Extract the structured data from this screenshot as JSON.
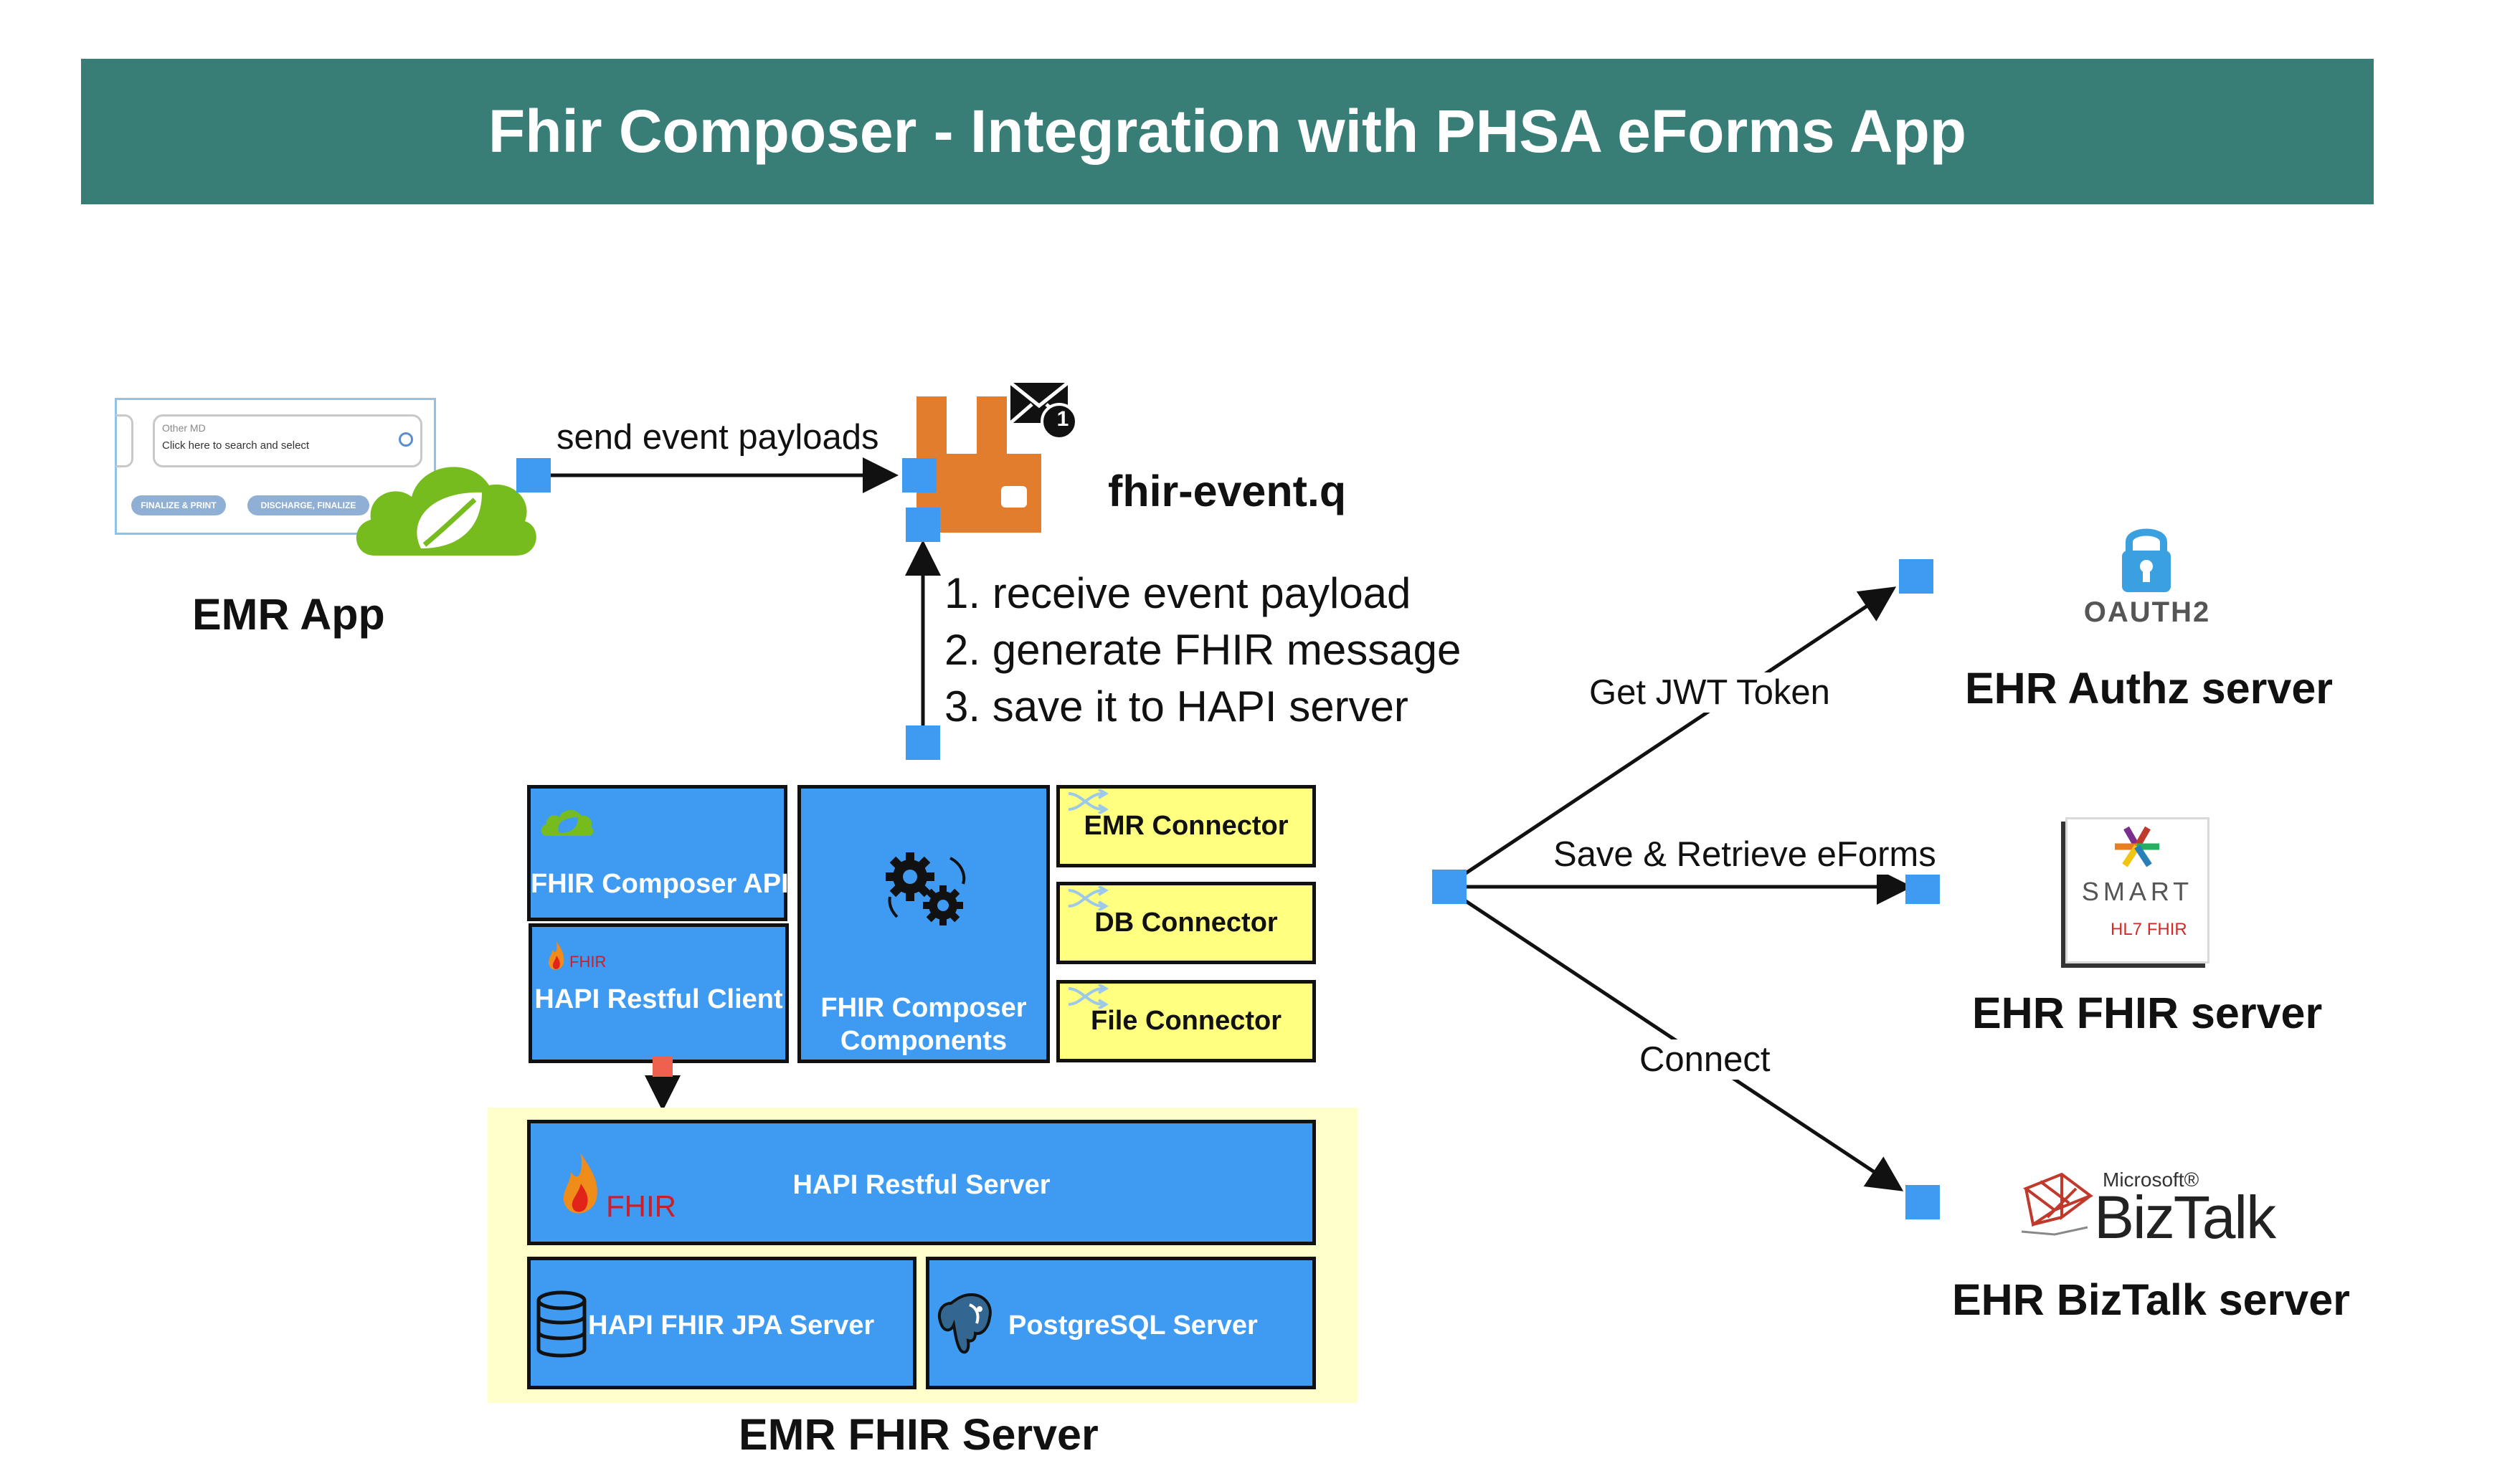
{
  "title": "Fhir Composer - Integration with PHSA eForms App",
  "emr_app": {
    "label": "EMR App",
    "field_caption": "Other MD",
    "field_text": "Click here to search and select",
    "button1": "FINALIZE & PRINT",
    "button2": "DISCHARGE, FINALIZE"
  },
  "queue": {
    "label": "fhir-event.q",
    "badge": "1"
  },
  "edges": {
    "send": "send event payloads",
    "jwt": "Get JWT Token",
    "save": "Save & Retrieve eForms",
    "connect": "Connect"
  },
  "steps": [
    "1. receive event payload",
    "2. generate FHIR message",
    "3. save it to HAPI server"
  ],
  "composer": {
    "api": "FHIR Composer API",
    "client": "HAPI Restful Client",
    "client_badge": "FHIR",
    "components": "FHIR Composer Components",
    "connectors": [
      "EMR Connector",
      "DB Connector",
      "File Connector"
    ]
  },
  "fhir_server": {
    "label": "EMR FHIR Server",
    "restful": "HAPI Restful Server",
    "fhir_logo": "FHIR",
    "jpa": "HAPI FHIR JPA Server",
    "postgres": "PostgreSQL Server"
  },
  "ehr": {
    "authz": {
      "label": "EHR Authz server",
      "logo_text": "OAUTH2"
    },
    "fhir": {
      "label": "EHR FHIR server",
      "logo_text": "SMART",
      "logo_sub": "HL7 FHIR"
    },
    "biztalk": {
      "label": "EHR BizTalk server",
      "logo_small": "Microsoft®",
      "logo_text": "BizTalk"
    }
  },
  "colors": {
    "title_bar": "#387d76",
    "box_blue": "#3f9bf2",
    "box_yellow": "#ffff80",
    "area_yellow": "#ffffcc",
    "port_red": "#f0604f",
    "rabbit_orange": "#e37d2e",
    "spring_green": "#77bc1f"
  }
}
